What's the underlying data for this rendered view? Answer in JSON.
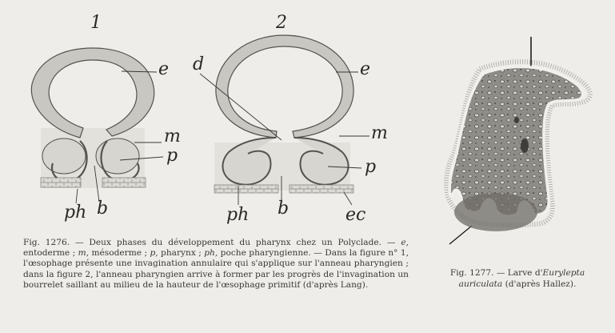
{
  "figure_1276": {
    "panel_numbers": [
      "1",
      "2"
    ],
    "panel1_labels": {
      "e": "e",
      "m": "m",
      "p": "p",
      "ph": "ph",
      "b": "b"
    },
    "panel2_labels": {
      "d": "d",
      "e": "e",
      "m": "m",
      "p": "p",
      "ph": "ph",
      "b": "b",
      "ec": "ec"
    },
    "caption": {
      "fig_no": "Fig. 1276.",
      "text_a": " — Deux phases du développement du pharynx chez un Polyclade. — ",
      "e_sym": "e,",
      "text_b": " entoderme ; ",
      "m_sym": "m,",
      "text_c": " mésoderme ; ",
      "p_sym": "p,",
      "text_d": " pharynx ; ",
      "ph_sym": "ph,",
      "text_e": " poche pharyngienne. — Dans la figure n° 1, l'œsophage présente une invagination annulaire qui s'applique sur l'anneau pharyngien ; dans la figure 2, l'anneau pharyngien arrive à former par les progrès de l'invagination un bourrelet saillant au milieu de la hauteur de l'œsophage primitif (d'après Lang)."
    }
  },
  "figure_1277": {
    "caption": {
      "fig_no": "Fig. 1277.",
      "text_a": " — Larve d'",
      "species": "Eurylepta auriculata",
      "text_b": " (d'après Hallez)."
    }
  }
}
